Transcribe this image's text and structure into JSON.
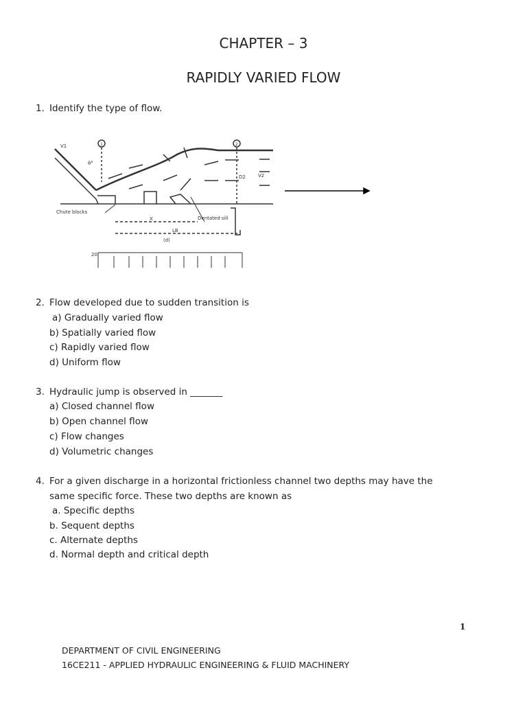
{
  "chapter_title": "CHAPTER – 3",
  "section_title": "RAPIDLY VARIED FLOW",
  "questions": [
    {
      "number": "1.",
      "text": "Identify the type of flow.",
      "options": []
    },
    {
      "number": "2.",
      "text": "Flow developed due to sudden transition is",
      "options": [
        "a) Gradually varied flow",
        "b) Spatially varied flow",
        "c) Rapidly varied flow",
        "d) Uniform flow"
      ]
    },
    {
      "number": "3.",
      "text": "Hydraulic jump is observed in _______",
      "options": [
        "a) Closed channel flow",
        "b) Open channel flow",
        "c) Flow changes",
        "d) Volumetric changes"
      ]
    },
    {
      "number": "4.",
      "text_line1": "For a given discharge in a horizontal frictionless channel two depths may have the",
      "text_line2": "same specific force. These two depths are known as",
      "options": [
        "a. Specific depths",
        "b. Sequent depths",
        "c. Alternate depths",
        "d. Normal depth and critical depth"
      ]
    }
  ],
  "figure": {
    "labels": {
      "chute_blocks": "Chute blocks",
      "dentated_sill": "Dentated sill",
      "section_1": "1",
      "section_2": "2",
      "x": "X",
      "lb": "LB",
      "caption": "(d)",
      "v1": "V1",
      "v2": "V2",
      "d2": "D2",
      "angle": "θ°",
      "scale": "20"
    }
  },
  "page_number": "1",
  "footer": {
    "line1": "DEPARTMENT  OF CIVIL ENGINEERING",
    "line2": "16CE211 - APPLIED HYDRAULIC ENGINEERING & FLUID MACHINERY"
  }
}
